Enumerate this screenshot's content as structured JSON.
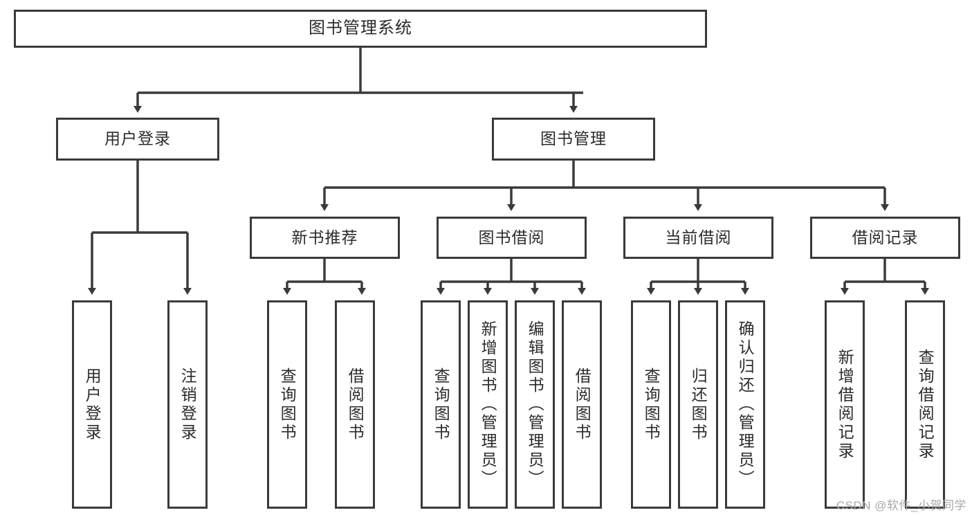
{
  "diagram": {
    "title": "图书管理系统",
    "type": "tree",
    "root": {
      "id": "root",
      "label": "图书管理系统",
      "orientation": "horizontal"
    },
    "level2": [
      {
        "id": "user-login",
        "label": "用户登录",
        "orientation": "horizontal"
      },
      {
        "id": "book-management",
        "label": "图书管理",
        "orientation": "horizontal"
      }
    ],
    "level3": [
      {
        "id": "new-book-recommend",
        "label": "新书推荐",
        "orientation": "horizontal",
        "parent": "book-management"
      },
      {
        "id": "book-borrow",
        "label": "图书借阅",
        "orientation": "horizontal",
        "parent": "book-management"
      },
      {
        "id": "current-borrow",
        "label": "当前借阅",
        "orientation": "horizontal",
        "parent": "book-management"
      },
      {
        "id": "borrow-record",
        "label": "借阅记录",
        "orientation": "horizontal",
        "parent": "book-management"
      }
    ],
    "leaves": [
      {
        "id": "leaf-user-login",
        "label": "用户登录",
        "parent": "user-login"
      },
      {
        "id": "leaf-logout-login",
        "label": "注销登录",
        "parent": "user-login"
      },
      {
        "id": "leaf-query-book-1",
        "label": "查询图书",
        "parent": "new-book-recommend"
      },
      {
        "id": "leaf-borrow-book-1",
        "label": "借阅图书",
        "parent": "new-book-recommend"
      },
      {
        "id": "leaf-query-book-2",
        "label": "查询图书",
        "parent": "book-borrow"
      },
      {
        "id": "leaf-add-book",
        "label": "新增图书（管理员）",
        "parent": "book-borrow"
      },
      {
        "id": "leaf-edit-book",
        "label": "编辑图书（管理员）",
        "parent": "book-borrow"
      },
      {
        "id": "leaf-borrow-book-2",
        "label": "借阅图书",
        "parent": "book-borrow"
      },
      {
        "id": "leaf-query-book-3",
        "label": "查询图书",
        "parent": "current-borrow"
      },
      {
        "id": "leaf-return-book",
        "label": "归还图书",
        "parent": "current-borrow"
      },
      {
        "id": "leaf-confirm-return",
        "label": "确认归还（管理员）",
        "parent": "current-borrow"
      },
      {
        "id": "leaf-add-record",
        "label": "新增借阅记录",
        "parent": "borrow-record"
      },
      {
        "id": "leaf-query-record",
        "label": "查询借阅记录",
        "parent": "borrow-record"
      }
    ],
    "colors": {
      "border": "#3a3a3a",
      "background": "#ffffff",
      "text": "#2b2b2b",
      "connector": "#3a3a3a",
      "watermark": "#a8a8a8"
    }
  },
  "watermark": {
    "text": "CSDN @软件_小贺同学"
  }
}
